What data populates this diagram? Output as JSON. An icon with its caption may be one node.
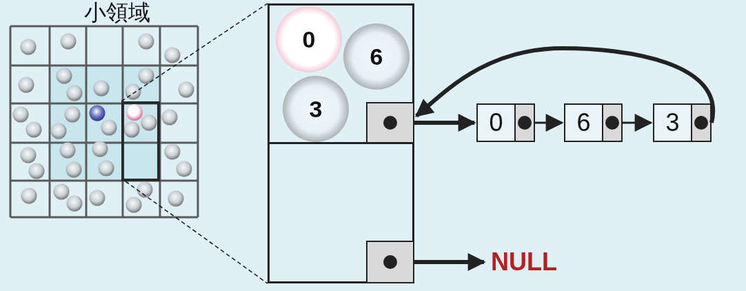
{
  "diagram": {
    "title": "小領域",
    "nodes": [
      {
        "text": [],
        "shape": "box"
      },
      {
        "text": [],
        "shape": "box"
      },
      {
        "text": [],
        "shape": "box",
        "in": 1
      },
      {
        "text": [
          "0"
        ],
        "in": 2
      },
      {
        "text": [
          "6"
        ],
        "in": 2
      },
      {
        "text": [
          "3"
        ],
        "in": 2
      },
      {
        "text": [],
        "shape": "box",
        "in": 2
      },
      {
        "text": [],
        "shape": "box",
        "in": 1
      },
      {
        "text": [],
        "shape": "box",
        "in": 7
      },
      {
        "text": [
          "0"
        ]
      },
      {
        "text": [
          "6"
        ]
      },
      {
        "text": [
          "3"
        ]
      },
      {
        "text": [
          "NULL"
        ]
      }
    ],
    "edges": [
      {
        "from": 0,
        "to": 1,
        "arrow": "none",
        "style": "dashed"
      },
      {
        "from": 0,
        "to": 1,
        "arrow": "none",
        "style": "dashed"
      },
      {
        "from": 6,
        "to": 9,
        "arrow": "to",
        "style": "thick"
      },
      {
        "from": 9,
        "to": 10,
        "arrow": "to"
      },
      {
        "from": 10,
        "to": 11,
        "arrow": "to"
      },
      {
        "from": 11,
        "to": 6,
        "arrow": "to",
        "style": "thick"
      },
      {
        "from": 8,
        "to": 12,
        "arrow": "to",
        "style": "thick"
      }
    ]
  }
}
